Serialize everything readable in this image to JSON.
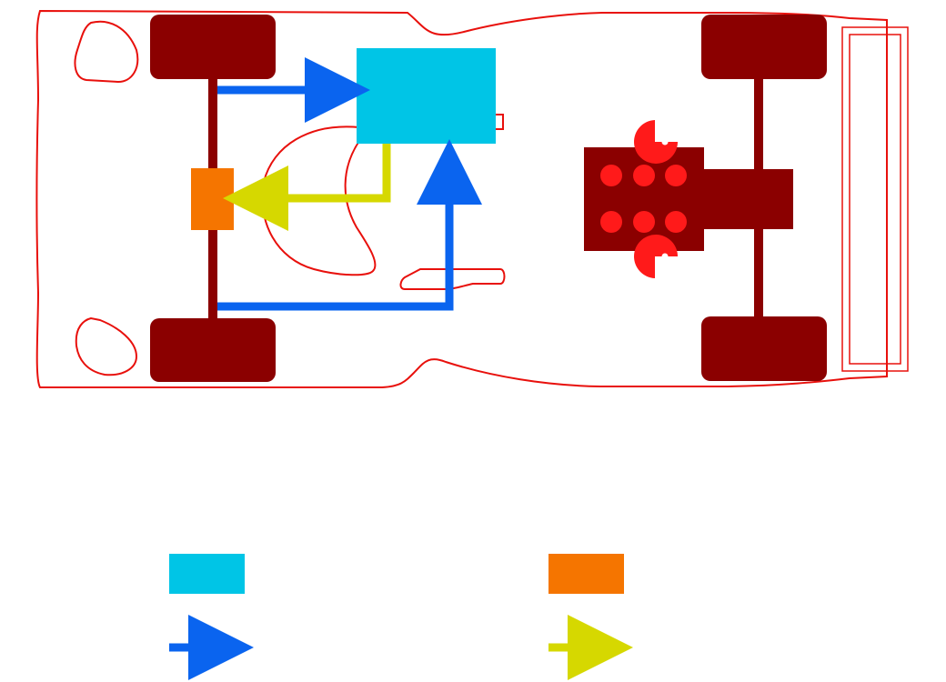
{
  "diagram": {
    "kind": "vehicle-layout-top-view",
    "colors": {
      "body_outline": "#e8100c",
      "chassis": "#8b0000",
      "engine_cylinders": "#ff1a1a",
      "turbo": "#ff1a1a",
      "front_unit": "#00c5e6",
      "axle_unit": "#f57500",
      "primary_flow": "#0a64ef",
      "secondary_flow": "#d6d800",
      "background": "#ffffff"
    },
    "components": {
      "wheels": [
        "front-left",
        "front-right",
        "rear-left",
        "rear-right"
      ],
      "engine_cylinder_count": 6,
      "turbocharger_count": 2
    },
    "flows": [
      {
        "id": "front-axle-to-front-unit",
        "color_key": "primary_flow"
      },
      {
        "id": "front-unit-to-axle-unit",
        "color_key": "secondary_flow"
      },
      {
        "id": "front-axle-bottom-to-front-unit",
        "color_key": "primary_flow"
      }
    ],
    "legend": [
      {
        "kind": "swatch",
        "color_key": "front_unit",
        "label": ""
      },
      {
        "kind": "swatch",
        "color_key": "axle_unit",
        "label": ""
      },
      {
        "kind": "arrow",
        "color_key": "primary_flow",
        "label": ""
      },
      {
        "kind": "arrow",
        "color_key": "secondary_flow",
        "label": ""
      }
    ]
  }
}
